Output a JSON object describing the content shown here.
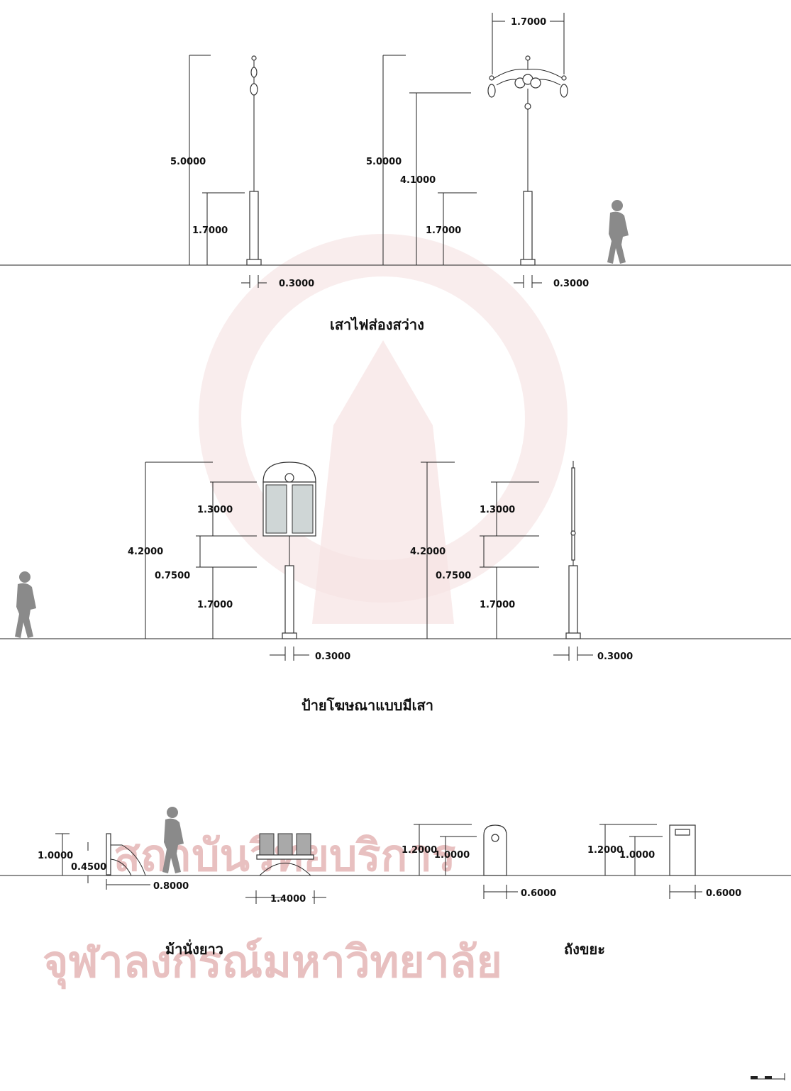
{
  "captions": {
    "lamps": "เสาไฟส่องสว่าง",
    "billboards": "ป้ายโฆษณาแบบมีเสา",
    "benches": "ม้านั่งยาว",
    "bins": "ถังขยะ"
  },
  "watermark": {
    "line1": "สถาบันวิทยบริการ",
    "line2": "จุฬาลงกรณ์มหาวิทยาลัย"
  },
  "dimensions": {
    "lamp1_height": "5.0000",
    "lamp1_base": "1.7000",
    "lamp1_width": "0.3000",
    "lamp2_height": "5.0000",
    "lamp2_arm": "4.1000",
    "lamp2_base": "1.7000",
    "lamp2_width": "0.3000",
    "lamp2_span": "1.7000",
    "board1_height": "4.2000",
    "board1_panel": "1.3000",
    "board1_gap": "0.7500",
    "board1_base": "1.7000",
    "board1_width": "0.3000",
    "board2_height": "4.2000",
    "board2_panel": "1.3000",
    "board2_gap": "0.7500",
    "board2_base": "1.7000",
    "board2_width": "0.3000",
    "bench1_height": "1.0000",
    "bench1_seat": "0.4500",
    "bench1_depth": "0.8000",
    "bench2_length": "1.4000",
    "bin1_height": "1.2000",
    "bin1_body": "1.0000",
    "bin1_width": "0.6000",
    "bin2_height": "1.2000",
    "bin2_body": "1.0000",
    "bin2_width": "0.6000"
  },
  "colors": {
    "line": "#222222",
    "watermark": "#e8c0c0",
    "glass": "#cfd6d6",
    "silhouette": "#8a8a8a"
  }
}
